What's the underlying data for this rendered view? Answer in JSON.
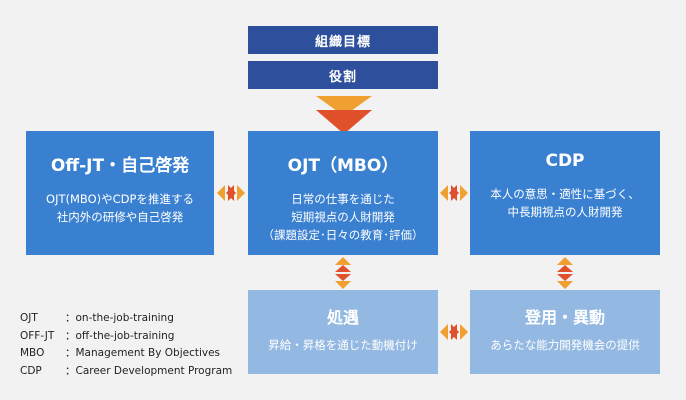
{
  "top": {
    "goal": "組織目標",
    "role": "役割"
  },
  "boxes": {
    "offjt": {
      "title": "Off-JT・自己啓発",
      "desc": [
        "OJT(MBO)やCDPを推進する",
        "社内外の研修や自己啓発"
      ]
    },
    "ojt": {
      "title": "OJT（MBO）",
      "desc": [
        "日常の仕事を通じた",
        "短期視点の人財開発",
        "（課題設定･日々の教育･評価）"
      ]
    },
    "cdp": {
      "title": "CDP",
      "desc": [
        "本人の意思・適性に基づく、",
        "中長期視点の人財開発"
      ]
    },
    "treatment": {
      "title": "処遇",
      "desc": [
        "昇給・昇格を通じた動機付け"
      ]
    },
    "appointment": {
      "title": "登用・異動",
      "desc": [
        "あらたな能力開発機会の提供"
      ]
    }
  },
  "legend": [
    {
      "abbr": "OJT",
      "desc": "：on-the-job-training"
    },
    {
      "abbr": "OFF-JT",
      "desc": "：off-the-job-training"
    },
    {
      "abbr": "MBO",
      "desc": "：Management By Objectives"
    },
    {
      "abbr": "CDP",
      "desc": "：Career Development Program"
    }
  ],
  "colors": {
    "navy": "#2d4f9c",
    "blue": "#3a80d0",
    "light_blue": "#93b8e2",
    "arrow_orange": "#f0a030",
    "arrow_red": "#e0502a"
  }
}
